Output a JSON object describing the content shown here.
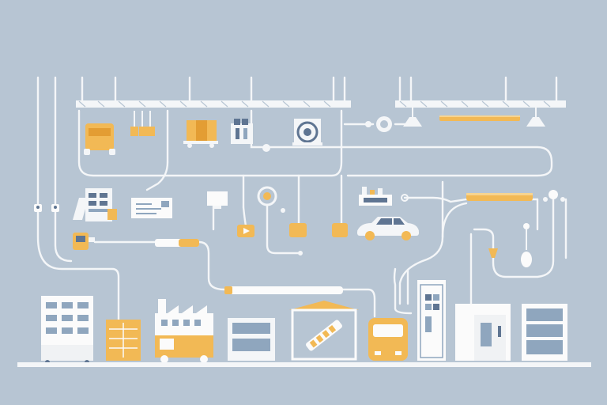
{
  "scene": {
    "background": "#b7c5d3",
    "palette": {
      "line": "#f4f6f8",
      "accent": "#f2b955",
      "accent_dark": "#e39d33",
      "slate": "#8fa6be",
      "slate_dark": "#5f7592",
      "panel": "#fbfbfb"
    },
    "text": [],
    "elements": [
      "ceiling-rail-left",
      "ceiling-rail-right",
      "hanging-pendant-lamp",
      "ceiling-light-bar",
      "robot-vehicle-icon",
      "spray-nozzles-icon",
      "cargo-crate-cart-icon",
      "battery-pack-icon",
      "rotary-motor-icon",
      "valve-node-icon",
      "control-cabinet-icon",
      "conveyor-card-icon",
      "monitor-screen-icon",
      "pressure-gauge-icon",
      "junction-box-icon",
      "sensor-array-icon",
      "sedan-car-icon",
      "tube-light-icon",
      "fluid-pipe-icon",
      "dosing-pump-icon",
      "lab-flask-icon",
      "office-building-icon",
      "shelving-unit-icon",
      "factory-icon",
      "storage-rack-icon",
      "warehouse-icon",
      "delivery-van-icon",
      "server-tower-icon",
      "refrigerator-icon",
      "filing-cabinet-icon",
      "ground-line"
    ]
  }
}
